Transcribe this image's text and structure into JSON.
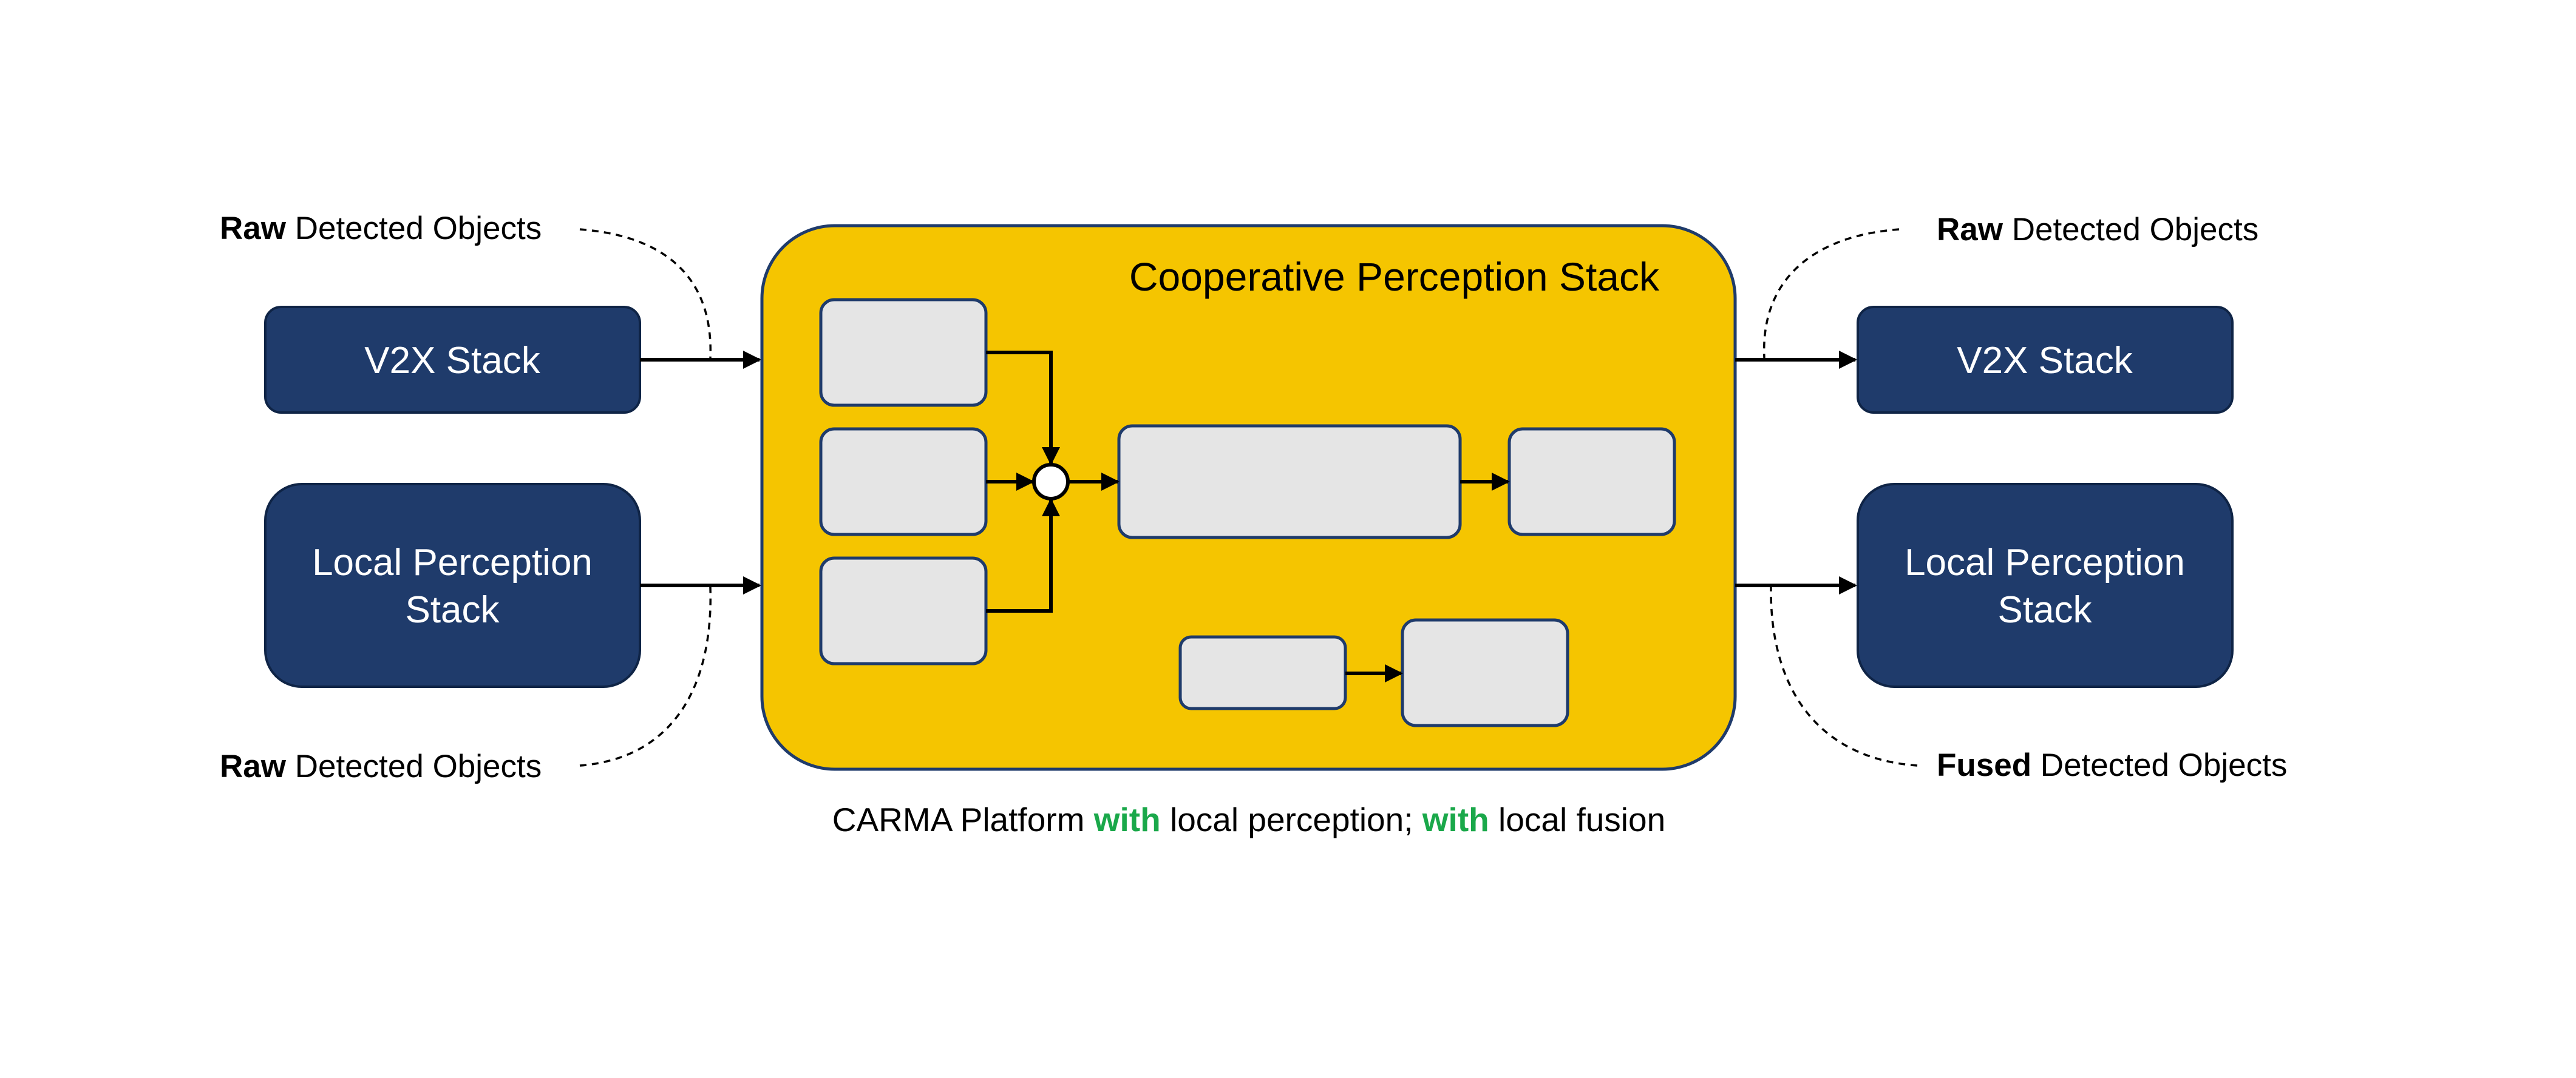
{
  "diagram": {
    "title": "Cooperative Perception Stack",
    "left": {
      "v2x_label": "V2X Stack",
      "local_label_line1": "Local Perception",
      "local_label_line2": "Stack",
      "top_note": {
        "bold": "Raw",
        "rest": " Detected Objects"
      },
      "bottom_note": {
        "bold": "Raw",
        "rest": " Detected Objects"
      }
    },
    "right": {
      "v2x_label": "V2X Stack",
      "local_label_line1": "Local Perception",
      "local_label_line2": "Stack",
      "top_note": {
        "bold": "Raw",
        "rest": " Detected Objects"
      },
      "bottom_note": {
        "bold": "Fused",
        "rest": " Detected Objects"
      }
    },
    "caption": {
      "part1": "CARMA Platform ",
      "with1": "with",
      "part2": " local perception; ",
      "with2": "with",
      "part3": " local fusion"
    }
  },
  "colors": {
    "stack_fill": "#f5c500",
    "dark_box": "#1f3b6b",
    "inner_box": "#e5e5e5",
    "highlight": "#1aa84a"
  }
}
